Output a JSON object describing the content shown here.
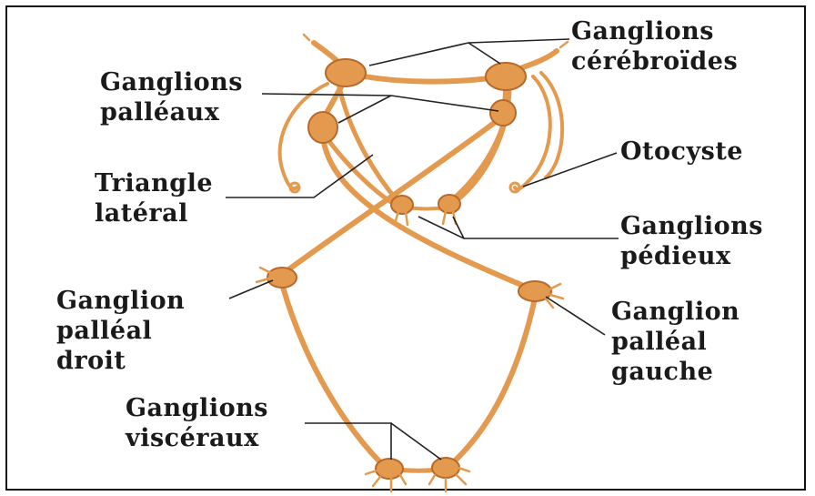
{
  "colors": {
    "nerve": "#e39a4e",
    "nerve_outline": "#b8692a",
    "label_text": "#1a1a1a",
    "leader_line": "#222222",
    "frame": "#111111"
  },
  "labels": {
    "cerebroides": [
      "Ganglions",
      "cérébroïdes"
    ],
    "palleaux": [
      "Ganglions",
      "palléaux"
    ],
    "otocyste": [
      "Otocyste"
    ],
    "triangle": [
      "Triangle",
      "latéral"
    ],
    "pedieux": [
      "Ganglions",
      "pédieux"
    ],
    "palleal_droit": [
      "Ganglion",
      "palléal",
      "droit"
    ],
    "palleal_gauche": [
      "Ganglion",
      "palléal",
      "gauche"
    ],
    "visceraux": [
      "Ganglions",
      "viscéraux"
    ]
  }
}
